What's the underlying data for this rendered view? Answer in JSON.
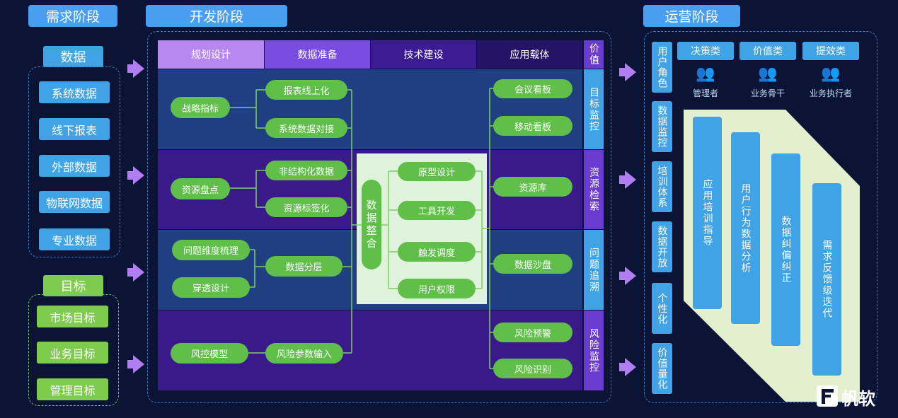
{
  "stages": {
    "demand": "需求阶段",
    "develop": "开发阶段",
    "operate": "运营阶段"
  },
  "left": {
    "data_title": "数据",
    "data_items": [
      "系统数据",
      "线下报表",
      "外部数据",
      "物联网数据",
      "专业数据"
    ],
    "goal_title": "目标",
    "goal_items": [
      "市场目标",
      "业务目标",
      "管理目标"
    ]
  },
  "dev": {
    "phases": [
      "规划设计",
      "数据准备",
      "技术建设",
      "应用载体"
    ],
    "value_label": "价值",
    "value_items": [
      "目标监控",
      "资源检索",
      "问题追溯",
      "风险监控"
    ],
    "planning": [
      "战略指标",
      "资源盘点",
      "问题维度梳理",
      "穿透设计",
      "风控模型"
    ],
    "prep": [
      "报表线上化",
      "系统数据对接",
      "非结构化数据",
      "资源标签化",
      "数据分层",
      "风险参数输入"
    ],
    "integration": "数据整合",
    "tech": [
      "原型设计",
      "工具开发",
      "触发调度",
      "用户权限"
    ],
    "apps": [
      "会议看板",
      "移动看板",
      "资源库",
      "数据沙盘",
      "风险预警",
      "风险识别"
    ]
  },
  "ops": {
    "left_labels": [
      "用户角色",
      "数据监控",
      "培训体系",
      "数据开放",
      "个性化",
      "价值量化"
    ],
    "categories": [
      "决策类",
      "价值类",
      "提效类"
    ],
    "roles": [
      "管理者",
      "业务骨干",
      "业务执行者"
    ],
    "bars": [
      "应用培训指导",
      "用户行为数据分析",
      "数据纠偏纠正",
      "需求反馈级迭代"
    ]
  },
  "brand": "帆软",
  "colors": {
    "background": "#0c1436",
    "stage_blue": "#4a9ef2",
    "box_blue": "#3fa3e6",
    "box_green": "#7fcb4e",
    "pill_green": "#5fbf48",
    "arrow_purple": "#b07ef0",
    "row_blue": "#1f3f82",
    "row_purple": "#3a1a8a"
  }
}
